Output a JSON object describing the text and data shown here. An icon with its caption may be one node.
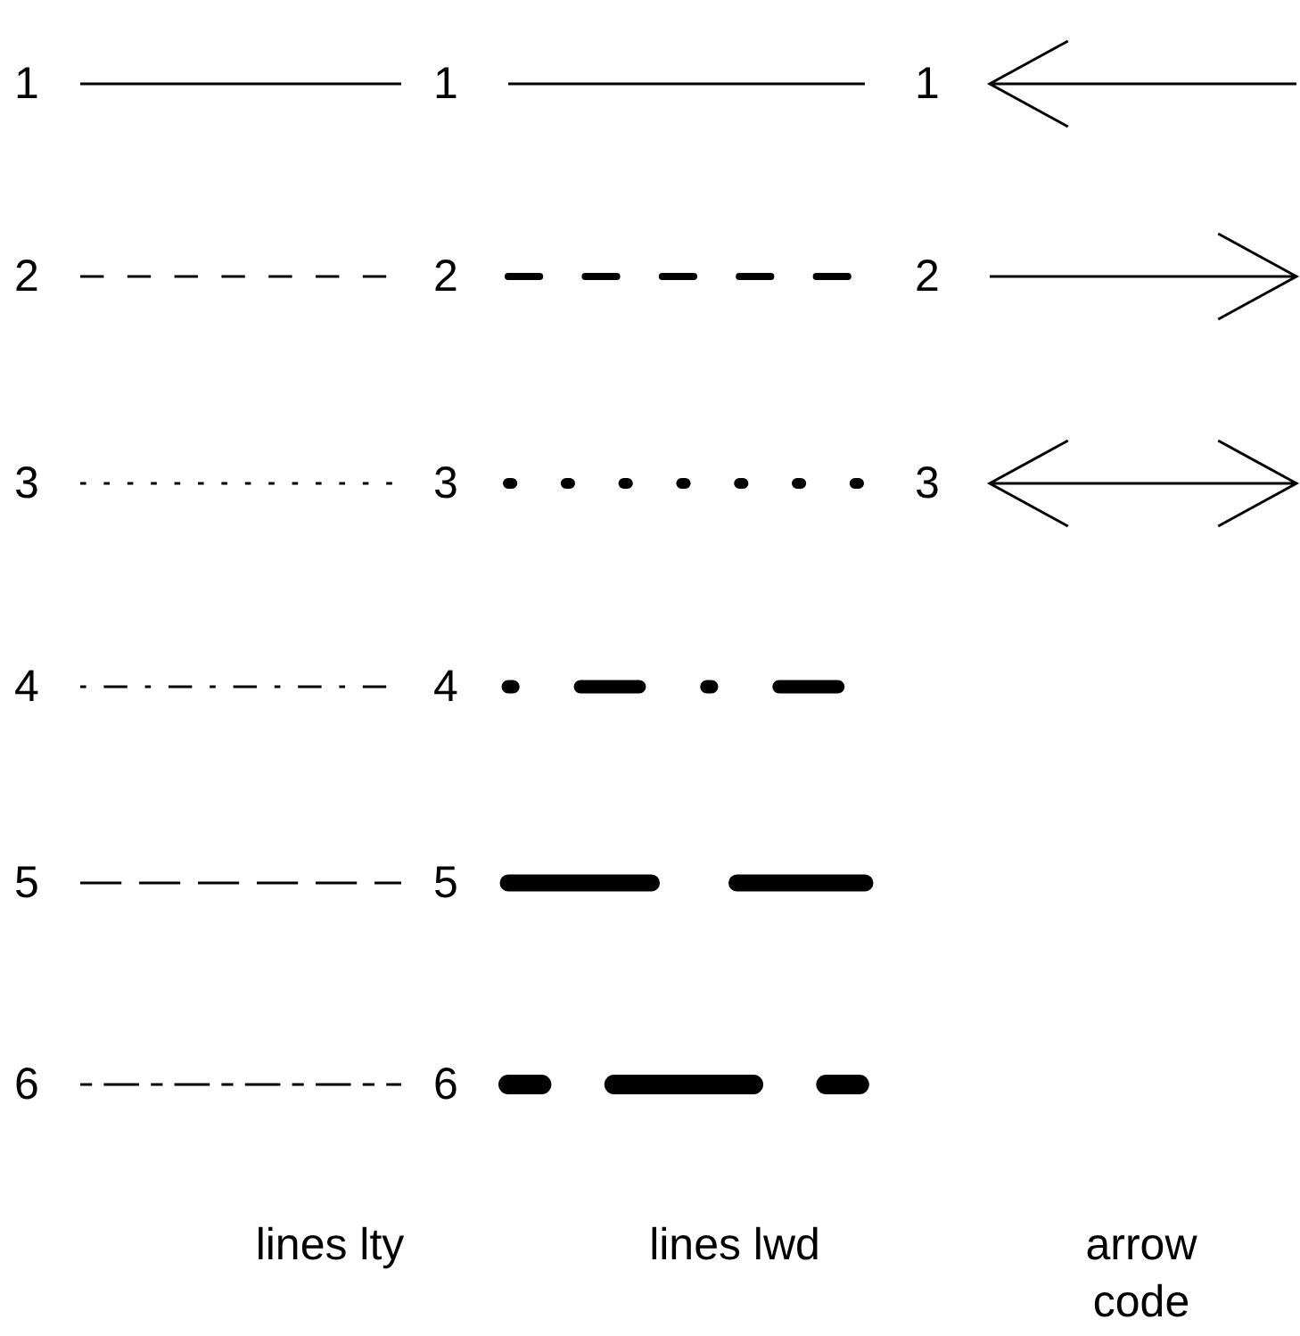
{
  "diagram": {
    "legend": [
      {
        "text": "1"
      },
      {
        "text": "1"
      },
      {
        "text": "1"
      },
      {
        "text": "2"
      },
      {
        "text": "2"
      },
      {
        "text": "2"
      },
      {
        "text": "3"
      },
      {
        "text": "3"
      },
      {
        "text": "3"
      },
      {
        "text": "4"
      },
      {
        "text": "4"
      },
      {
        "text": "5"
      },
      {
        "text": "5"
      },
      {
        "text": "6"
      },
      {
        "text": "6"
      }
    ],
    "labels": [
      "lines lty",
      "lines lwd",
      "arrow code"
    ]
  }
}
